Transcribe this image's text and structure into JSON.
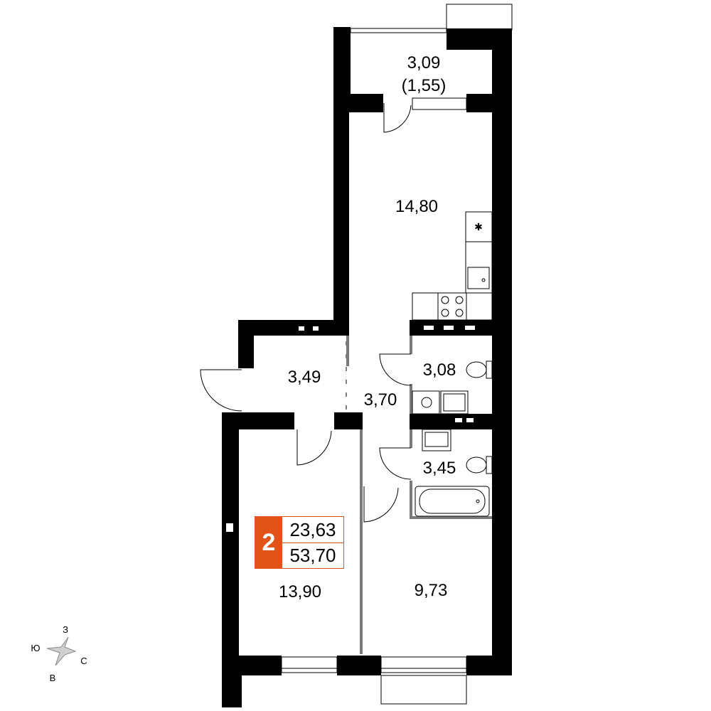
{
  "rooms": {
    "balcony_area": "3,09",
    "balcony_reduced": "(1,55)",
    "kitchen": "14,80",
    "hall": "3,49",
    "corridor": "3,70",
    "toilet": "3,08",
    "bathroom": "3,45",
    "bedroom_left": "13,90",
    "bedroom_right": "9,73"
  },
  "summary": {
    "room_count": "2",
    "living_area": "23,63",
    "total_area": "53,70"
  },
  "compass": {
    "north": "З",
    "west": "Ю",
    "east": "С",
    "south": "В"
  },
  "colors": {
    "accent": "#e2531a",
    "wall": "#000000",
    "partition": "#7a7a7a"
  }
}
